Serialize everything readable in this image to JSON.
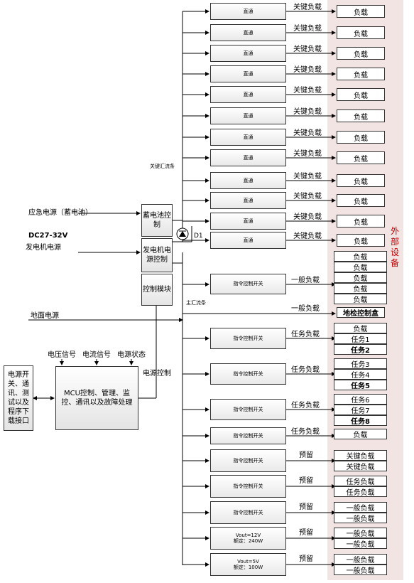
{
  "external": {
    "label": "外部设备"
  },
  "inputs": {
    "emergency": "应急电源（蓄电池）",
    "dc_voltage": "DC27-32V",
    "generator": "发电机电源",
    "ground": "地面电源"
  },
  "control": {
    "battery_ctrl": "蓄电池控制",
    "gen_ctrl": "发电机电源控制",
    "ctrl_module": "控制模块",
    "mcu": "MCU控制、管理、监控、通讯以及故障处理",
    "interface": "电源开关、通讯、测试以及程序下载接口",
    "voltage_sig": "电压信号",
    "current_sig": "电流信号",
    "power_state": "电源状态",
    "power_ctrl": "电源控制"
  },
  "bus": {
    "key_bus": "关键汇流条",
    "main_bus": "主汇流条",
    "diode": "D1"
  },
  "key_rows": {
    "box": "直通",
    "wire": "关键负载",
    "load": "负载"
  },
  "general": {
    "switch": "指令控制开关",
    "wire1": "一般负载",
    "wire2": "一般负载",
    "loads": [
      "负载",
      "负载",
      "负载",
      "负载",
      "负载"
    ],
    "ground_box": "地检控制盒"
  },
  "task_groups": [
    {
      "switch": "指令控制开关",
      "wire": "任务负载",
      "loads": [
        {
          "t": "负载",
          "b": false
        },
        {
          "t": "任务1",
          "b": false
        },
        {
          "t": "任务2",
          "b": true
        }
      ]
    },
    {
      "switch": "指令控制开关",
      "wire": "任务负载",
      "loads": [
        {
          "t": "任务3",
          "b": false
        },
        {
          "t": "任务4",
          "b": false
        },
        {
          "t": "任务5",
          "b": true
        }
      ]
    },
    {
      "switch": "指令控制开关",
      "wire": "任务负载",
      "loads": [
        {
          "t": "任务6",
          "b": false
        },
        {
          "t": "任务7",
          "b": false
        },
        {
          "t": "任务8",
          "b": true
        }
      ]
    },
    {
      "switch": "指令控制开关",
      "wire": "任务负载",
      "loads": [
        {
          "t": "负载",
          "b": false
        }
      ]
    }
  ],
  "reserve_groups": [
    {
      "switch": "指令控制开关",
      "wire": "预留",
      "loads": [
        "关键负载",
        "关键负载"
      ]
    },
    {
      "switch": "指令控制开关",
      "wire": "预留",
      "loads": [
        "任务负载",
        "任务负载"
      ]
    },
    {
      "switch": "指令控制开关",
      "wire": "预留",
      "loads": [
        "一般负载",
        "一般负载"
      ]
    },
    {
      "switch_l1": "Vout=12V",
      "switch_l2": "额定：240W",
      "wire": "预留",
      "loads": [
        "一般负载",
        "一般负载"
      ]
    },
    {
      "switch_l1": "Vout=5V",
      "switch_l2": "额定：100W",
      "wire": "预留",
      "loads": [
        "一般负载",
        "一般负载"
      ]
    }
  ]
}
